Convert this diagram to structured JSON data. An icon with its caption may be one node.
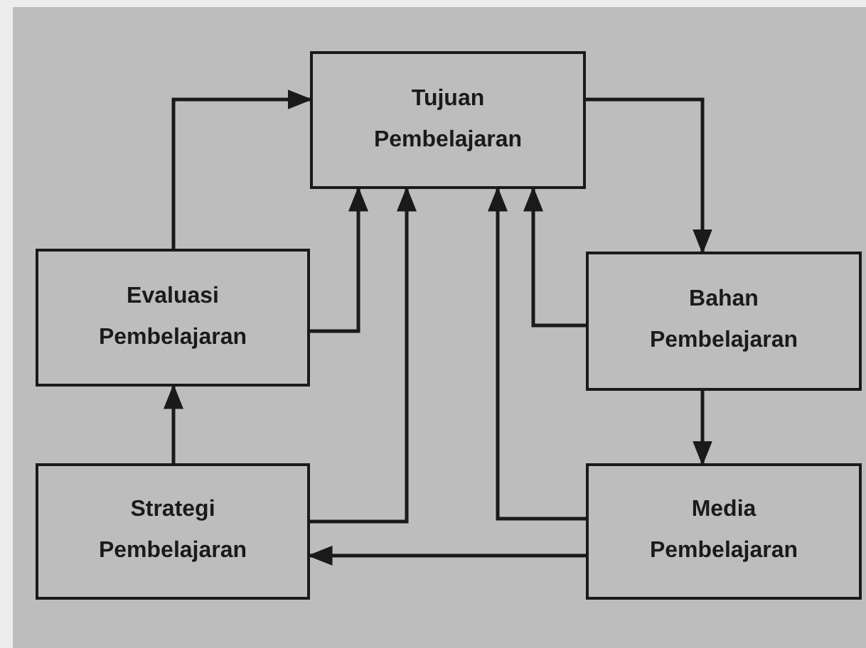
{
  "diagram": {
    "nodes": [
      {
        "text": [
          "Tujuan Pembelajaran"
        ]
      },
      {
        "text": [
          "Evaluasi Pembelajaran"
        ]
      },
      {
        "text": [
          "Bahan Pembelajaran"
        ]
      },
      {
        "text": [
          "Strategi Pembelajaran"
        ]
      },
      {
        "text": [
          "Media Pembelajaran"
        ]
      }
    ],
    "edges": [
      {
        "from": 1,
        "to": 0,
        "arrow": "to"
      },
      {
        "from": 1,
        "to": 0,
        "arrow": "to"
      },
      {
        "from": 3,
        "to": 0,
        "arrow": "to"
      },
      {
        "from": 4,
        "to": 0,
        "arrow": "to"
      },
      {
        "from": 2,
        "to": 0,
        "arrow": "to"
      },
      {
        "from": 0,
        "to": 2,
        "arrow": "to"
      },
      {
        "from": 2,
        "to": 4,
        "arrow": "to"
      },
      {
        "from": 3,
        "to": 1,
        "arrow": "to"
      },
      {
        "from": 4,
        "to": 3,
        "arrow": "to"
      }
    ]
  }
}
